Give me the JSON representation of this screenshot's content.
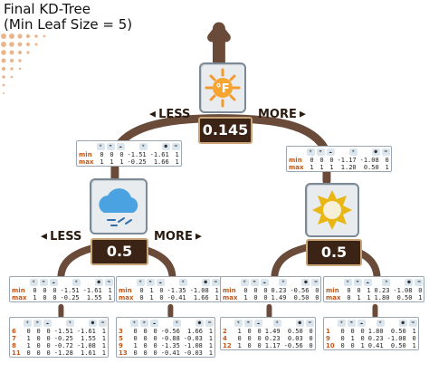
{
  "title": {
    "line1": "Final KD-Tree",
    "line2": "(Min Leaf Size = 5)"
  },
  "icons": {
    "root": "thermometer-sun-icon",
    "left": "cloud-rain-icon",
    "right": "sun-icon",
    "header": [
      "sun-icon",
      "cloud-rain-icon",
      "cloud-icon",
      "sun-icon",
      "drop-icon",
      "wind-icon"
    ]
  },
  "colors": {
    "trunk": "#6a4a38",
    "split_box": "#3b2416",
    "split_border": "#c9a577",
    "row_label": "#c2571a"
  },
  "root": {
    "split": "0.145",
    "less": "LESS",
    "more": "MORE"
  },
  "left": {
    "split": "0.5",
    "less": "LESS",
    "more": "MORE"
  },
  "right": {
    "split": "0.5"
  },
  "bounds_left": {
    "min": [
      "0",
      "0",
      "0",
      "-1.51",
      "-1.61",
      "1"
    ],
    "max": [
      "1",
      "1",
      "1",
      "-0.25",
      "1.66",
      "1"
    ]
  },
  "bounds_right": {
    "min": [
      "0",
      "0",
      "0",
      "-1.17",
      "-1.08",
      "0"
    ],
    "max": [
      "1",
      "1",
      "1",
      "1.20",
      "0.50",
      "1"
    ]
  },
  "leaf_bounds": [
    {
      "min": [
        "0",
        "0",
        "0",
        "-1.51",
        "-1.61",
        "1"
      ],
      "max": [
        "1",
        "0",
        "0",
        "-0.25",
        "1.55",
        "1"
      ]
    },
    {
      "min": [
        "0",
        "1",
        "0",
        "-1.35",
        "-1.08",
        "1"
      ],
      "max": [
        "0",
        "1",
        "0",
        "-0.41",
        "1.66",
        "1"
      ]
    },
    {
      "min": [
        "0",
        "0",
        "0",
        "0.23",
        "-0.56",
        "0"
      ],
      "max": [
        "1",
        "0",
        "0",
        "1.49",
        "0.50",
        "0"
      ]
    },
    {
      "min": [
        "0",
        "0",
        "1",
        "0.23",
        "-1.08",
        "0"
      ],
      "max": [
        "0",
        "1",
        "1",
        "1.80",
        "0.50",
        "1"
      ]
    }
  ],
  "leaves": [
    {
      "rows": [
        [
          "6",
          "0",
          "0",
          "0",
          "-1.51",
          "-1.61",
          "1"
        ],
        [
          "7",
          "1",
          "0",
          "0",
          "-0.25",
          "1.55",
          "1"
        ],
        [
          "8",
          "1",
          "0",
          "0",
          "-0.72",
          "-1.08",
          "1"
        ],
        [
          "11",
          "0",
          "0",
          "0",
          "-1.28",
          "1.61",
          "1"
        ]
      ]
    },
    {
      "rows": [
        [
          "3",
          "0",
          "0",
          "0",
          "-0.56",
          "1.66",
          "1"
        ],
        [
          "5",
          "0",
          "0",
          "0",
          "-0.88",
          "-0.03",
          "1"
        ],
        [
          "9",
          "1",
          "0",
          "0",
          "-1.35",
          "-1.08",
          "1"
        ],
        [
          "13",
          "0",
          "0",
          "0",
          "-0.41",
          "-0.03",
          "1"
        ]
      ]
    },
    {
      "rows": [
        [
          "2",
          "1",
          "0",
          "0",
          "1.49",
          "0.50",
          "0"
        ],
        [
          "4",
          "0",
          "0",
          "0",
          "0.23",
          "0.03",
          "0"
        ],
        [
          "12",
          "1",
          "0",
          "0",
          "1.17",
          "-0.56",
          "0"
        ]
      ]
    },
    {
      "rows": [
        [
          "1",
          "0",
          "0",
          "0",
          "1.80",
          "0.50",
          "1"
        ],
        [
          "9",
          "0",
          "1",
          "0",
          "0.23",
          "-1.08",
          "0"
        ],
        [
          "10",
          "0",
          "0",
          "1",
          "0.41",
          "0.50",
          "1"
        ]
      ]
    }
  ]
}
